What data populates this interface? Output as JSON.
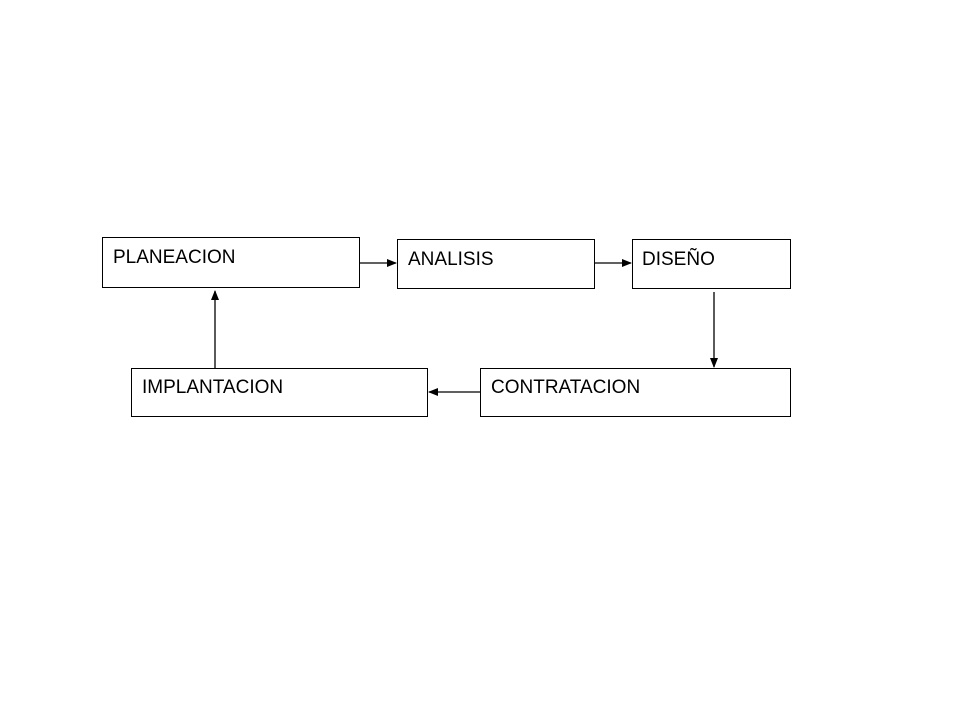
{
  "diagram": {
    "nodes": [
      {
        "id": "planeacion",
        "label": "PLANEACION"
      },
      {
        "id": "analisis",
        "label": "ANALISIS"
      },
      {
        "id": "diseno",
        "label": "DISEÑO"
      },
      {
        "id": "contratacion",
        "label": "CONTRATACION"
      },
      {
        "id": "implantacion",
        "label": "IMPLANTACION"
      }
    ],
    "edges": [
      {
        "from": "planeacion",
        "to": "analisis"
      },
      {
        "from": "analisis",
        "to": "diseno"
      },
      {
        "from": "diseno",
        "to": "contratacion"
      },
      {
        "from": "contratacion",
        "to": "implantacion"
      },
      {
        "from": "implantacion",
        "to": "planeacion"
      }
    ],
    "colors": {
      "stroke": "#000000",
      "background": "#ffffff"
    }
  }
}
